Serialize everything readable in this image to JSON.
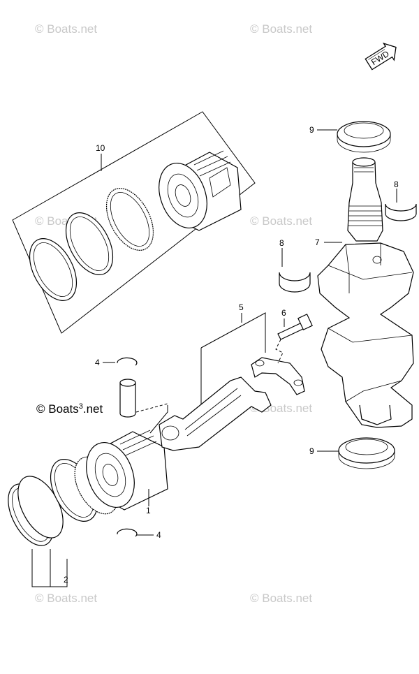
{
  "watermark": "© Boats.net",
  "watermark_main": "© Boats",
  "watermark_main_sup": "3",
  "watermark_main_tail": ".net",
  "fwd_label": "FWD",
  "callouts": {
    "c1": "1",
    "c2": "2",
    "c4a": "4",
    "c4b": "4",
    "c5": "5",
    "c6": "6",
    "c7": "7",
    "c8a": "8",
    "c8b": "8",
    "c9a": "9",
    "c9b": "9",
    "c10": "10"
  }
}
